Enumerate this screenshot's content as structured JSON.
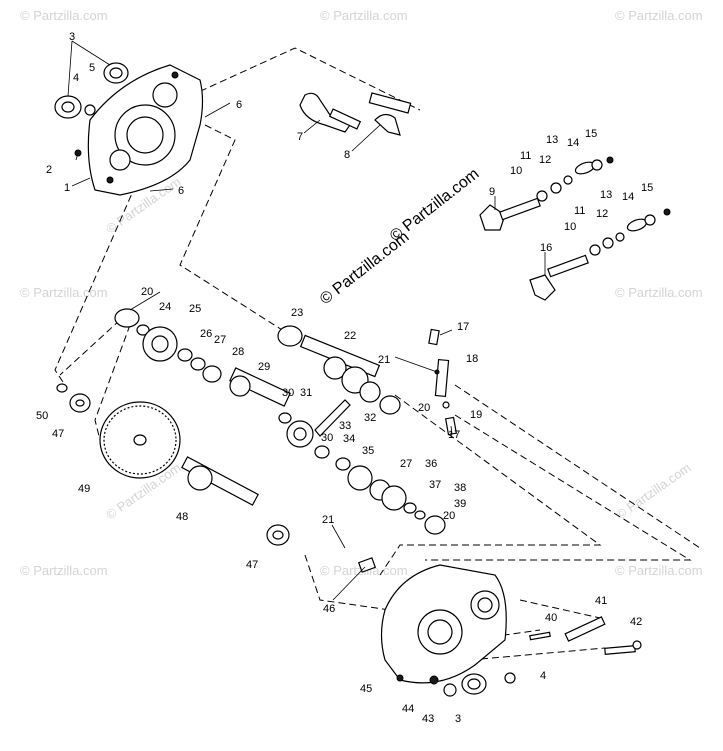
{
  "watermark": {
    "main_text": "© Partzilla.com",
    "repeat_text": "© Partzilla.com"
  },
  "callouts": {
    "c1": "1",
    "c2": "2",
    "c3a": "3",
    "c3b": "3",
    "c4a": "4",
    "c4b": "4",
    "c5": "5",
    "c6a": "6",
    "c6b": "6",
    "c7": "7",
    "c8": "8",
    "c9": "9",
    "c10a": "10",
    "c10b": "10",
    "c11a": "11",
    "c11b": "11",
    "c12a": "12",
    "c12b": "12",
    "c13a": "13",
    "c13b": "13",
    "c14a": "14",
    "c14b": "14",
    "c15a": "15",
    "c15b": "15",
    "c16": "16",
    "c17a": "17",
    "c17b": "17",
    "c18": "18",
    "c19": "19",
    "c20a": "20",
    "c20b": "20",
    "c20c": "20",
    "c21a": "21",
    "c21b": "21",
    "c22": "22",
    "c23": "23",
    "c24": "24",
    "c25": "25",
    "c26": "26",
    "c27a": "27",
    "c27b": "27",
    "c28": "28",
    "c29": "29",
    "c30a": "30",
    "c30b": "30",
    "c31": "31",
    "c32": "32",
    "c33": "33",
    "c34": "34",
    "c35": "35",
    "c36": "36",
    "c37": "37",
    "c38": "38",
    "c39": "39",
    "c40": "40",
    "c41": "41",
    "c42": "42",
    "c43": "43",
    "c44": "44",
    "c45": "45",
    "c46": "46",
    "c47a": "47",
    "c47b": "47",
    "c48": "48",
    "c49": "49",
    "c50": "50"
  },
  "colors": {
    "line": "#000000",
    "watermark": "#d4d4d4",
    "background": "#ffffff"
  }
}
